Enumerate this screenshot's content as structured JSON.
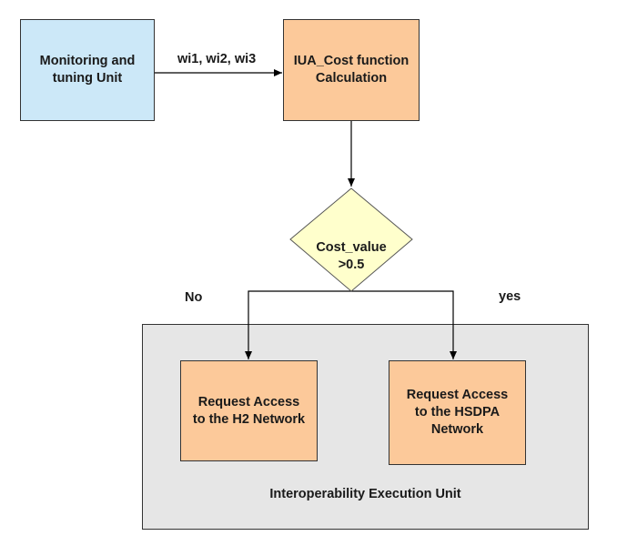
{
  "colors": {
    "monitoring_fill": "#cce8f8",
    "process_fill": "#fcc99a",
    "decision_fill": "#ffffcc",
    "group_fill": "#e6e6e6"
  },
  "nodes": {
    "monitoring": "Monitoring and\ntuning Unit",
    "cost_calc": "IUA_Cost function\nCalculation",
    "decision": "Cost_value\n>0.5",
    "h2": "Request Access\nto the H2 Network",
    "hsdpa": "Request Access\nto the HSDPA\nNetwork",
    "execution_unit": "Interoperability Execution Unit"
  },
  "edges": {
    "weights": "wi1, wi2, wi3",
    "no": "No",
    "yes": "yes"
  }
}
